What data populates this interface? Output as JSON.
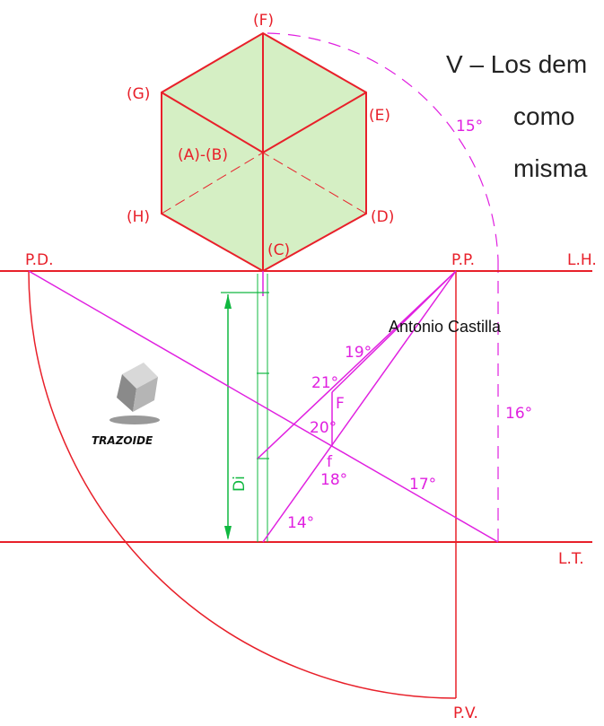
{
  "heading": {
    "line1": "V – Los dem",
    "line2": "como",
    "line3": "misma"
  },
  "author": "Antonio Castilla",
  "logo_text": "TRAZOIDE",
  "vertices": {
    "F": "(F)",
    "G": "(G)",
    "E": "(E)",
    "AB": "(A)-(B)",
    "H": "(H)",
    "D": "(D)",
    "C": "(C)"
  },
  "points": {
    "PD": "P.D.",
    "PP": "P.P.",
    "LH": "L.H.",
    "LT": "L.T.",
    "PV": "P.V.",
    "F_upper": "F",
    "f_lower": "f"
  },
  "steps": [
    "14°",
    "15°",
    "16°",
    "17°",
    "18°",
    "19°",
    "20°",
    "21°"
  ],
  "dimension": "Di",
  "colors": {
    "line": "#e8202a",
    "construction": "#e020e0",
    "dimension": "#10b840",
    "face": "#d5efc4"
  }
}
